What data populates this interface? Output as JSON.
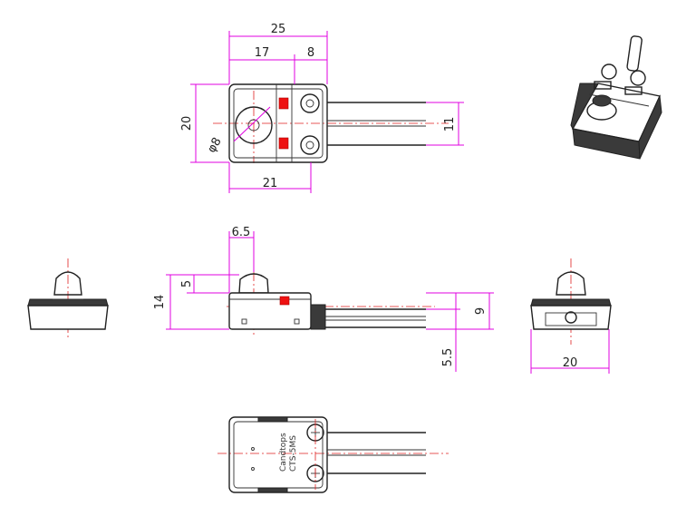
{
  "colors": {
    "dimension_line": "#e000e0",
    "center_line": "#e02020",
    "outline": "#222222",
    "highlight": "#ee1111"
  },
  "top_view": {
    "dim_total_width": "25",
    "dim_left_width": "17",
    "dim_right_width": "8",
    "dim_height": "20",
    "dim_diameter": "φ8",
    "dim_lead_spacing": "11",
    "dim_base_width": "21"
  },
  "side_view": {
    "dim_offset": "6.5",
    "dim_button_height": "5",
    "dim_total_height": "14",
    "dim_lead_height": "9",
    "dim_lead_offset": "5.5"
  },
  "end_view": {
    "dim_width": "20"
  },
  "bottom_view": {
    "label_brand": "Candtops",
    "label_model": "CTS-5MS"
  }
}
